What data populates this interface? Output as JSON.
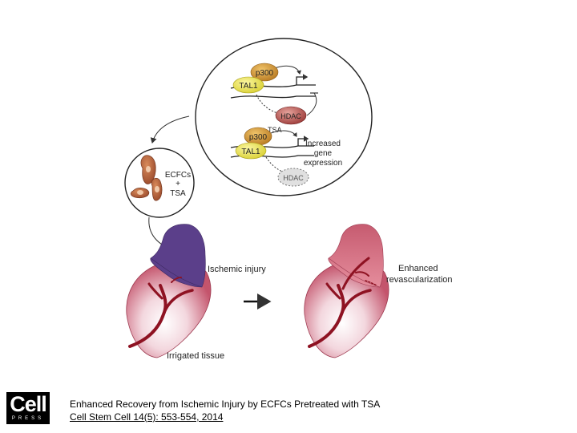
{
  "diagram": {
    "labels": {
      "p300_top": "p300",
      "tal1_top": "TAL1",
      "hdac_top": "HDAC",
      "plus_tsa": "+ TSA",
      "p300_bottom": "p300",
      "tal1_bottom": "TAL1",
      "increased_1": "Increased",
      "increased_2": "gene",
      "increased_3": "expression",
      "hdac_bottom": "HDAC",
      "ecfcs_1": "ECFCs",
      "ecfcs_2": "+",
      "ecfcs_3": "TSA",
      "ischemic": "Ischemic injury",
      "irrigated": "Irrigated tissue",
      "enhanced_1": "Enhanced",
      "enhanced_2": "revascularization"
    },
    "colors": {
      "p300": "#c98a2c",
      "tal1": "#e8e04a",
      "hdac": "#b24c48",
      "tissue_pink": "#cf6a7e",
      "tissue_light": "#f4dde2",
      "ischemic_purple": "#5b3f8a",
      "vessel": "#8e1222",
      "cell_body": "#b0603a"
    }
  },
  "footer": {
    "logo_main": "Cell",
    "logo_sub": "PRESS",
    "title": "Enhanced Recovery from Ischemic Injury by ECFCs Pretreated with TSA",
    "citation": "Cell Stem Cell 14(5): 553-554, 2014"
  }
}
